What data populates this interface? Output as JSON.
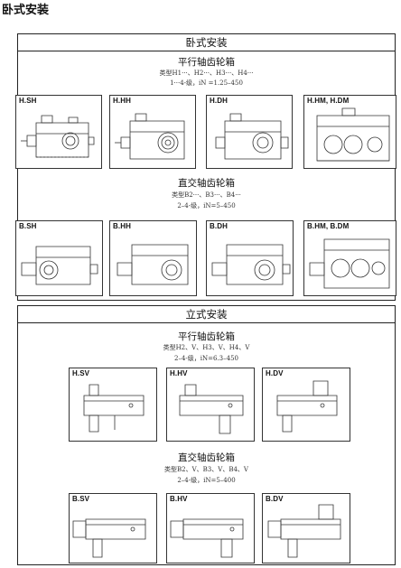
{
  "page": {
    "title": "卧式安装"
  },
  "horizontal": {
    "header": "卧式安装",
    "parallel": {
      "title": "平行轴齿轮箱",
      "types": "类型H1···、H2···、H3···、H4···",
      "stages": "1···4-级，iN =1.25–450"
    },
    "parallel_cards": [
      "H.SH",
      "H.HH",
      "H.DH",
      "H.HM, H.DM"
    ],
    "bevel": {
      "title": "直交轴齿轮箱",
      "types": "类型B2···、B3···、B4···",
      "stages": "2–4-级，iN=5–450"
    },
    "bevel_cards": [
      "B.SH",
      "B.HH",
      "B.DH",
      "B.HM, B.DM"
    ]
  },
  "vertical": {
    "header": "立式安装",
    "parallel": {
      "title": "平行轴齿轮箱",
      "types": "类型H2、V、H3、V、H4、V",
      "stages": "2–4-级，iN=6.3–450"
    },
    "parallel_cards": [
      "H.SV",
      "H.HV",
      "H.DV"
    ],
    "bevel": {
      "title": "直交轴齿轮箱",
      "types": "类型B2、V、B3、V、B4、V",
      "stages": "2–4-级，iN=5–400"
    },
    "bevel_cards": [
      "B.SV",
      "B.HV",
      "B.DV"
    ]
  }
}
